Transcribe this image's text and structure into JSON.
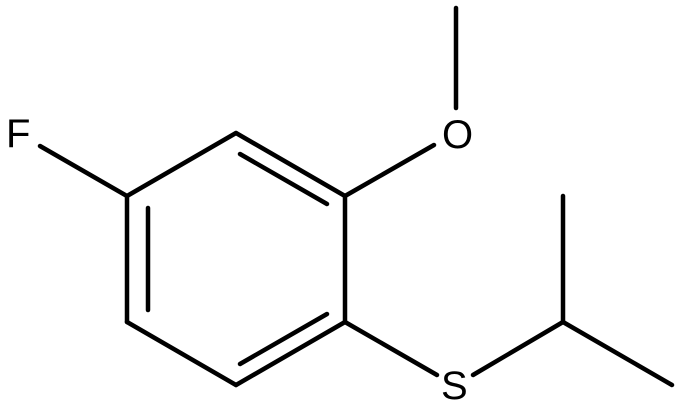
{
  "molecule": {
    "atoms": {
      "fluorine": "F",
      "oxygen": "O",
      "sulfur": "S"
    }
  }
}
